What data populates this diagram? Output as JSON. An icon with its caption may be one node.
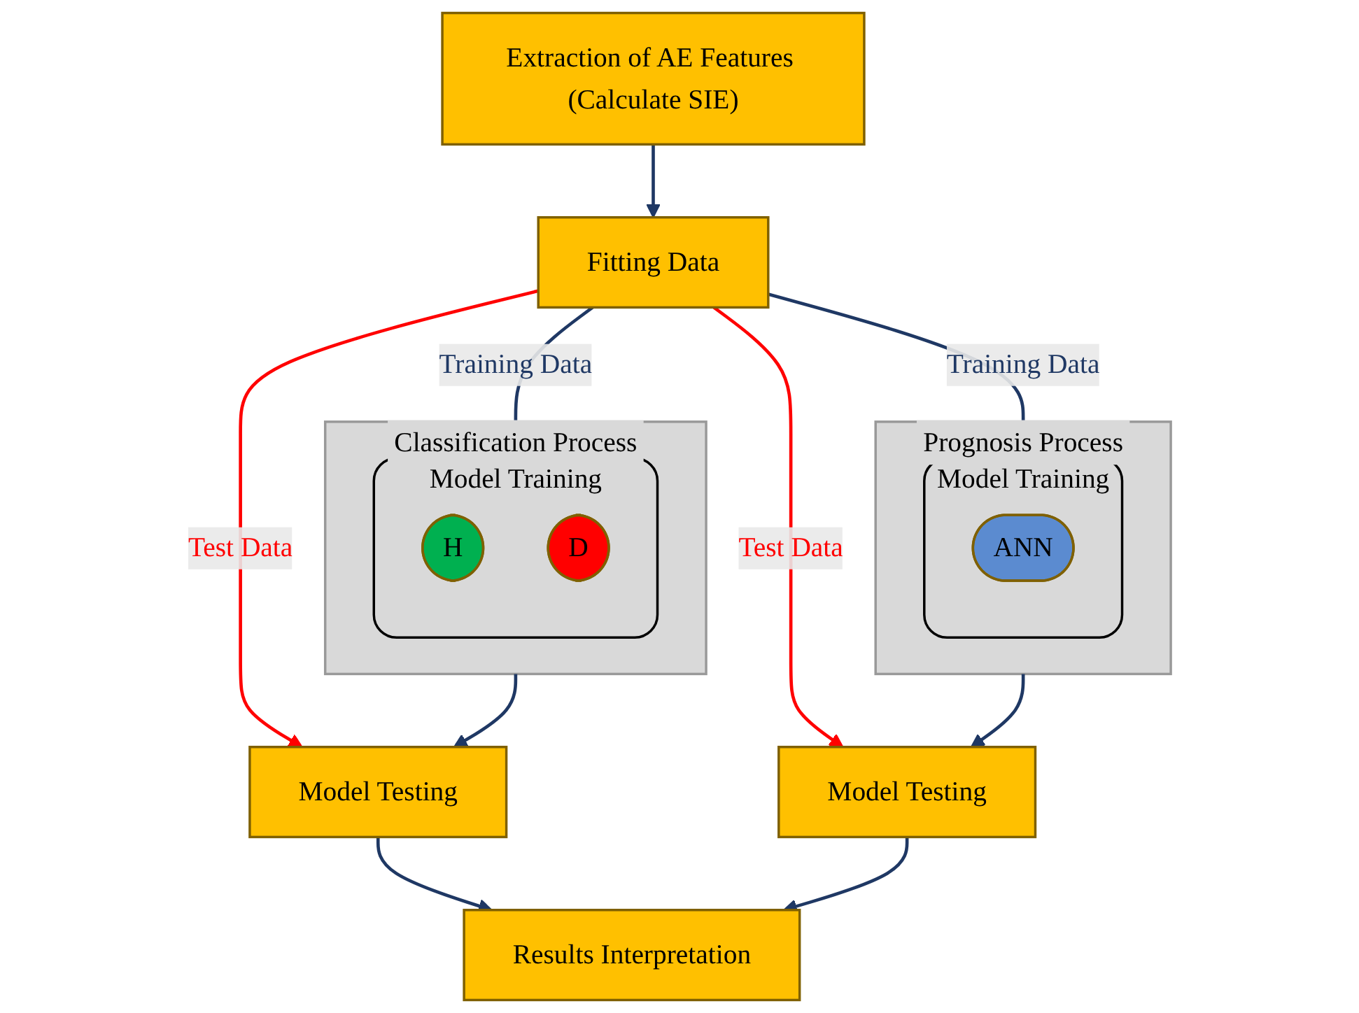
{
  "diagram": {
    "nodes": [
      {
        "text": [
          "Extraction of AE Features (Calculate SIE)"
        ]
      },
      {
        "text": [
          "Fitting Data"
        ]
      },
      {
        "text": [
          "Classification Process"
        ]
      },
      {
        "text": [
          "Model Training"
        ],
        "in": 2
      },
      {
        "text": [
          "H"
        ],
        "in": 3
      },
      {
        "text": [
          "D"
        ],
        "in": 3
      },
      {
        "text": [
          "Prognosis Process"
        ]
      },
      {
        "text": [
          "Model Training"
        ],
        "in": 6
      },
      {
        "text": [
          "ANN"
        ],
        "in": 7
      },
      {
        "text": [
          "Model Testing"
        ]
      },
      {
        "text": [
          "Model Testing"
        ]
      },
      {
        "text": [
          "Results Interpretation"
        ]
      }
    ],
    "edges": [
      {
        "from": 0,
        "to": 1,
        "arrow": "to"
      },
      {
        "from": 1,
        "to": 3,
        "arrow": "to",
        "label": "Training Data"
      },
      {
        "from": 1,
        "to": 7,
        "arrow": "to",
        "label": "Training Data"
      },
      {
        "from": 1,
        "to": 9,
        "arrow": "to",
        "label": "Test Data",
        "color": "#ff0000"
      },
      {
        "from": 1,
        "to": 10,
        "arrow": "to",
        "label": "Test Data",
        "color": "#ff0000"
      },
      {
        "from": 2,
        "to": 9,
        "arrow": "to"
      },
      {
        "from": 6,
        "to": 10,
        "arrow": "to"
      },
      {
        "from": 9,
        "to": 11,
        "arrow": "to"
      },
      {
        "from": 10,
        "to": 11,
        "arrow": "to"
      }
    ]
  }
}
